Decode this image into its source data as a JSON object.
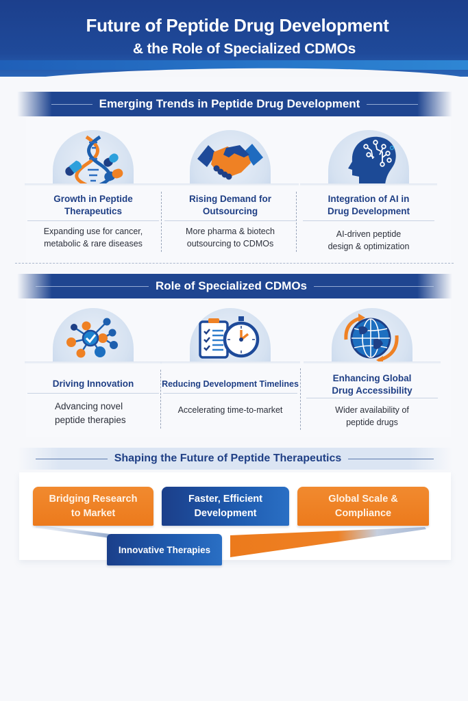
{
  "header": {
    "title_line1": "Future of Peptide Drug Development",
    "title_line2": "& the Role of Specialized CDMOs"
  },
  "colors": {
    "primary_blue": "#1f4590",
    "accent_orange": "#ec7a1c",
    "title_text": "#1f3f85",
    "background": "#f7f8fb"
  },
  "section1": {
    "title": "Emerging Trends in Peptide Drug Development",
    "cards": [
      {
        "icon": "dna-capsules-icon",
        "title_line1": "Growth in Peptide",
        "title_line2": "Therapeutics",
        "desc_line1": "Expanding use for cancer,",
        "desc_line2": "metabolic & rare diseases"
      },
      {
        "icon": "handshake-icon",
        "title_line1": "Rising Demand for",
        "title_line2": "Outsourcing",
        "desc_line1": "More pharma & biotech",
        "desc_line2": "outsourcing to CDMOs"
      },
      {
        "icon": "ai-head-circuit-icon",
        "title_line1": "Integration of AI in",
        "title_line2": "Drug Development",
        "desc_line1": "AI-driven peptide",
        "desc_line2": "design & optimization"
      }
    ]
  },
  "section2": {
    "title": "Role of Specialized CDMOs",
    "cards": [
      {
        "icon": "network-nodes-check-icon",
        "title_line1": "Driving Innovation",
        "desc_line1": "Advancing novel",
        "desc_line2": "peptide therapies"
      },
      {
        "icon": "checklist-stopwatch-icon",
        "title_line1": "Reducing Development Timelines",
        "desc_line1": "Accelerating time-to-market"
      },
      {
        "icon": "globe-arrows-icon",
        "title_line1": "Enhancing Global",
        "title_line2": "Drug Accessibility",
        "desc_line1": "Wider availability of",
        "desc_line2": "peptide drugs"
      }
    ]
  },
  "section3": {
    "title": "Shaping the Future of Peptide Therapeutics",
    "pills": [
      {
        "line1": "Bridging Research",
        "line2": "to Market",
        "color": "orange"
      },
      {
        "line1": "Faster, Efficient",
        "line2": "Development",
        "color": "blue"
      },
      {
        "line1": "Global Scale &",
        "line2": "Compliance",
        "color": "orange"
      },
      {
        "line1": "Innovative Therapies",
        "color": "blue"
      }
    ]
  }
}
